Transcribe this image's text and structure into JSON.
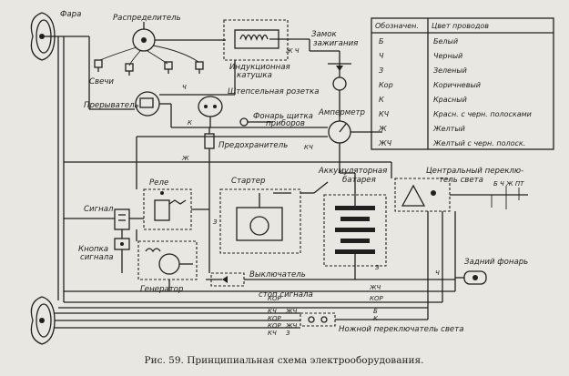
{
  "labels": {
    "headlamp_top": "Фара",
    "distributor": "Распределитель",
    "spark_plugs": "Свечи",
    "ignition_coil": "Индукционная катушка",
    "ignition_lock": "Замок зажигания",
    "breaker": "Прерыватель",
    "socket": "Штепсельная розетка",
    "panel_lamp": "Фонарь щитка приборов",
    "ammeter": "Амперметр",
    "fuse": "Предохранитель",
    "relay": "Реле",
    "starter": "Стартер",
    "battery": "Аккумуляторная батарея",
    "central_switch": "Центральный переклю- тель света",
    "horn": "Сигнал",
    "horn_button": "Кнопка сигнала",
    "generator": "Генератор",
    "switch": "Выключатель",
    "stop_signal": "стоп сигнала",
    "rear_lamp": "Задний фонарь",
    "foot_switch": "Ножной переключатель света"
  },
  "wire_codes": {
    "ch_breaker": "Ч",
    "k_socket": "К",
    "kch_coil": "Ж Ч",
    "kch_fuse": "КЧ",
    "zh_line": "Ж",
    "z_starter": "З",
    "z_stop": "З",
    "zhch_stop": "ЖЧ",
    "ch_rear": "Ч",
    "kor_1": "КОР",
    "kor_2": "КОР",
    "kch_bottom": "КЧ",
    "zhch_bottom": "ЖЧ",
    "b_bottom": "Б",
    "k_bottom": "К",
    "kor_3": "КОР",
    "kor_4": "КОР",
    "zhch_3": "ЖЧ",
    "kch_2": "КЧ",
    "z_foot": "З",
    "central_codes": "Б Ч Ж ПТ"
  },
  "legend": {
    "header_code": "Обозначен.",
    "header_color": "Цвет проводов",
    "rows": [
      {
        "code": "Б",
        "color": "Белый"
      },
      {
        "code": "Ч",
        "color": "Черный"
      },
      {
        "code": "З",
        "color": "Зеленый"
      },
      {
        "code": "Кор",
        "color": "Коричневый"
      },
      {
        "code": "К",
        "color": "Красный"
      },
      {
        "code": "КЧ",
        "color": "Красн. с черн. полосками"
      },
      {
        "code": "Ж",
        "color": "Желтый"
      },
      {
        "code": "ЖЧ",
        "color": "Желтый с черн. полоск."
      }
    ]
  },
  "caption": "Рис. 59. Принципиальная схема электрооборудования."
}
